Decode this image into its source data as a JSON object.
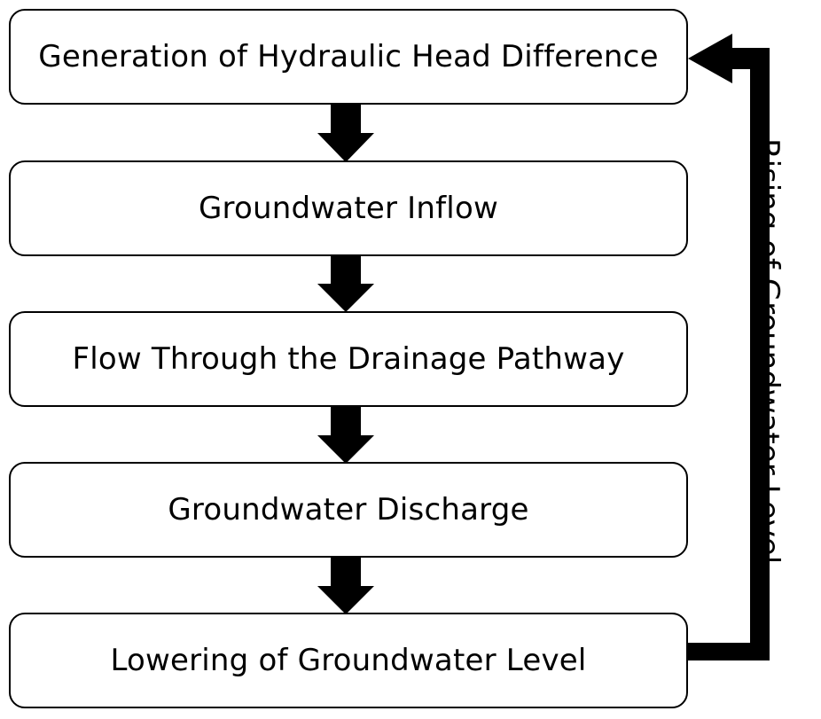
{
  "steps": [
    {
      "label": "Generation of Hydraulic Head Difference"
    },
    {
      "label": "Groundwater Inflow"
    },
    {
      "label": "Flow Through the Drainage Pathway"
    },
    {
      "label": "Groundwater Discharge"
    },
    {
      "label": "Lowering of Groundwater Level"
    }
  ],
  "feedback": {
    "label": "Rising of Groundwater Level"
  },
  "colors": {
    "stroke": "#000000",
    "fill": "#ffffff",
    "arrow": "#000000"
  }
}
